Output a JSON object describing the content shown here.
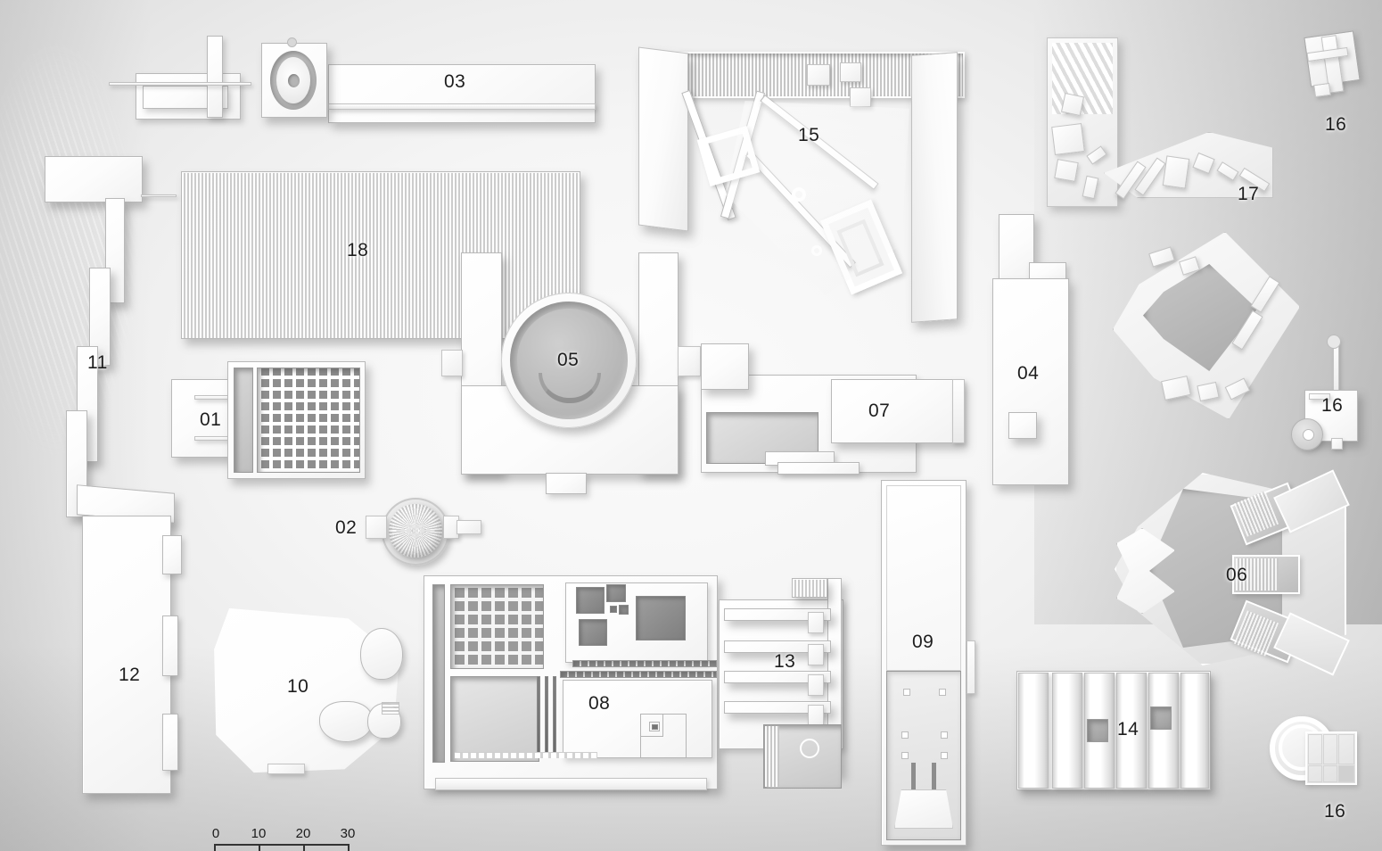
{
  "plan": {
    "title": "Architectural Masterplan Site Plan",
    "style": "monochrome white 3d massing model, top-down axonometric",
    "background_color": "#f0f0f0",
    "label_color": "#1d1d1d"
  },
  "scale_bar": {
    "name": "graphic-scale",
    "ticks": [
      "0",
      "10",
      "20",
      "30"
    ],
    "unit_implied": "meters",
    "position": "bottom-left"
  },
  "buildings": [
    {
      "id": "01",
      "label": "01",
      "name": "building-01-louvered-block",
      "desc": "rectangular block with dense louver/column grid on east half and open forecourt west"
    },
    {
      "id": "02",
      "label": "02",
      "name": "building-02-geodesic-dome",
      "desc": "small circular geodesic dome in round precinct with side connectors"
    },
    {
      "id": "03",
      "label": "03",
      "name": "building-03-linear-bar",
      "desc": "long horizontal bar building with elliptical rotunda head at west end"
    },
    {
      "id": "04",
      "label": "04",
      "name": "building-04-tower-slab",
      "desc": "tall narrow vertical slab with small annex volumes"
    },
    {
      "id": "05",
      "label": "05",
      "name": "building-05-circular-rotunda",
      "desc": "U-shaped block enclosing a large circular sunken rotunda courtyard"
    },
    {
      "id": "06",
      "label": "06",
      "name": "building-06-fan-amphitheatre",
      "desc": "fan / wedge shaped radiating amphitheatre with stepped seating bays"
    },
    {
      "id": "07",
      "label": "07",
      "name": "building-07-rectangular-hall",
      "desc": "wide low rectangular hall with surrounding plinth terrace"
    },
    {
      "id": "08",
      "label": "08",
      "name": "building-08-courtyard-complex",
      "desc": "large orthogonal complex with column grid, square courtyards and spiral subdivision"
    },
    {
      "id": "09",
      "label": "09",
      "name": "building-09-narrow-slab",
      "desc": "very tall narrow slab with colonnaded sunken courtyard and ramp"
    },
    {
      "id": "10",
      "label": "10",
      "name": "building-10-curved-organic",
      "desc": "organic curved free-form volume with rounded pod annexes"
    },
    {
      "id": "11",
      "label": "11",
      "name": "building-11-zigzag-wall",
      "desc": "long zigzag stepped linear wall / boundary structure"
    },
    {
      "id": "12",
      "label": "12",
      "name": "building-12-linear-block",
      "desc": "tall vertical rectangular block at the west edge"
    },
    {
      "id": "13",
      "label": "13",
      "name": "building-13-comb-block",
      "desc": "comb-shaped building with four parallel fin wings"
    },
    {
      "id": "14",
      "label": "14",
      "name": "building-14-barrel-vault-hall",
      "desc": "wide hall of parallel barrel vaults with two square light courts"
    },
    {
      "id": "15",
      "label": "15",
      "name": "site-15-excavation-ruins",
      "desc": "archaeological excavation precinct enclosed by three large canted wall slabs"
    },
    {
      "id": "16",
      "label": "16",
      "name": "pavilion-16-top-right",
      "desc": "small quartered pavilion, top right corner"
    },
    {
      "id": "16b",
      "label": "16",
      "name": "pavilion-16-mid-right",
      "desc": "small square pavilion with mast and circular element, mid right edge"
    },
    {
      "id": "16c",
      "label": "16",
      "name": "pavilion-16-bottom-right",
      "desc": "small pavilion with spiral ramp and gridded block, bottom right"
    },
    {
      "id": "17",
      "label": "17",
      "name": "site-17-zigzag-ruins",
      "desc": "angular zigzag terraced structures with scattered rectangular fragments"
    },
    {
      "id": "18",
      "label": "18",
      "name": "building-18-striated-roof",
      "desc": "large rectangular roof with fine vertical striations / louvers"
    }
  ]
}
